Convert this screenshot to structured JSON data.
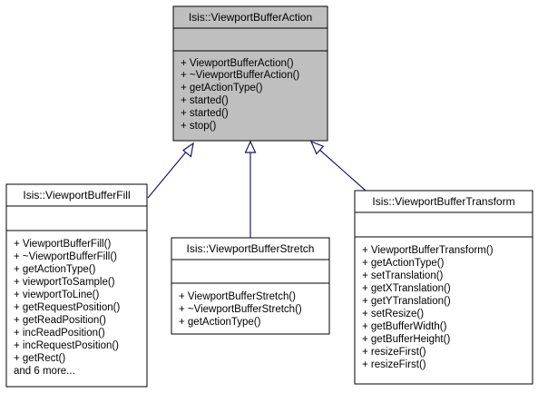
{
  "colors": {
    "base_fill": "#bfbfbf",
    "derived_fill": "#ffffff",
    "border": "#000000",
    "edge": "#191970"
  },
  "classes": {
    "base": {
      "name": "Isis::ViewportBufferAction",
      "methods": [
        "+ ViewportBufferAction()",
        "+ ~ViewportBufferAction()",
        "+ getActionType()",
        "+ started()",
        "+ started()",
        "+ stop()"
      ]
    },
    "fill": {
      "name": "Isis::ViewportBufferFill",
      "methods": [
        "+ ViewportBufferFill()",
        "+ ~ViewportBufferFill()",
        "+ getActionType()",
        "+ viewportToSample()",
        "+ viewportToLine()",
        "+ getRequestPosition()",
        "+ getReadPosition()",
        "+ incReadPosition()",
        "+ incRequestPosition()",
        "+ getRect()",
        "and 6 more..."
      ]
    },
    "stretch": {
      "name": "Isis::ViewportBufferStretch",
      "methods": [
        "+ ViewportBufferStretch()",
        "+ ~ViewportBufferStretch()",
        "+ getActionType()"
      ]
    },
    "transform": {
      "name": "Isis::ViewportBufferTransform",
      "methods": [
        "+ ViewportBufferTransform()",
        "+ getActionType()",
        "+ setTranslation()",
        "+ getXTranslation()",
        "+ getYTranslation()",
        "+ setResize()",
        "+ getBufferWidth()",
        "+ getBufferHeight()",
        "+ resizeFirst()",
        "+ resizeFirst()"
      ]
    }
  },
  "edges": [
    {
      "from": "fill",
      "to": "base"
    },
    {
      "from": "stretch",
      "to": "base"
    },
    {
      "from": "transform",
      "to": "base"
    }
  ]
}
